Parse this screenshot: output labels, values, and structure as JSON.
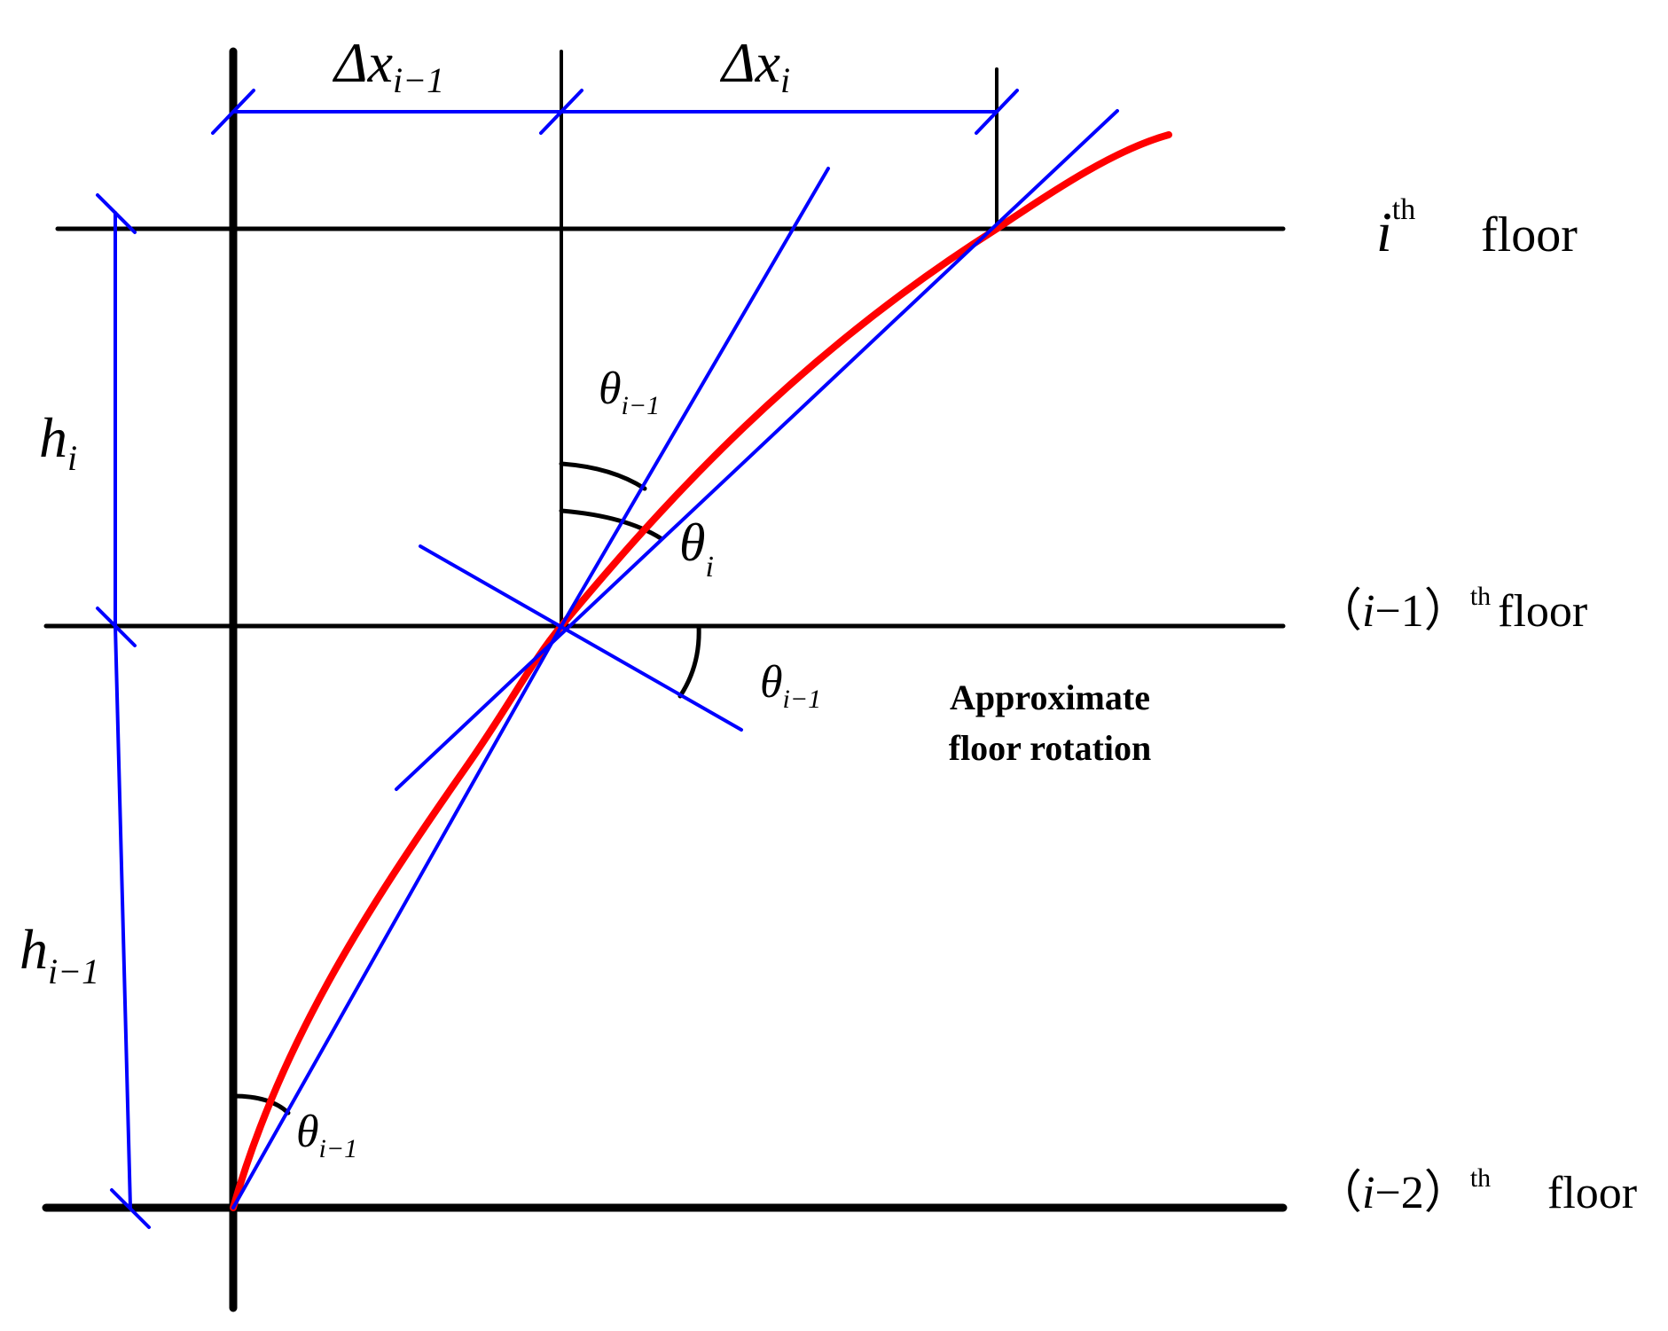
{
  "colors": {
    "structure": "#000000",
    "guides": "#0000ff",
    "deformed_curve": "#ff0000",
    "background": "#ffffff"
  },
  "dimensions": {
    "dx_prev": {
      "base": "Δx",
      "sub": "i−1"
    },
    "dx_curr": {
      "base": "Δx",
      "sub": "i"
    },
    "h_curr": {
      "base": "h",
      "sub": "i"
    },
    "h_prev": {
      "base": "h",
      "sub": "i−1"
    }
  },
  "angles": {
    "theta_upper_prev": {
      "base": "θ",
      "sub": "i−1"
    },
    "theta_upper_curr": {
      "base": "θ",
      "sub": "i"
    },
    "theta_floor_rot": {
      "base": "θ",
      "sub": "i−1"
    },
    "theta_lower": {
      "base": "θ",
      "sub": "i−1"
    }
  },
  "floors": {
    "top": {
      "var": "i",
      "sup": "th",
      "word": "floor"
    },
    "middle": {
      "open": "（",
      "var": "i",
      "rest": "−1",
      "close": "）",
      "sup": "th",
      "word": "floor"
    },
    "bottom": {
      "open": "（",
      "var": "i",
      "rest": "−2",
      "close": "）",
      "sup": "th",
      "word": "floor"
    }
  },
  "annotation": {
    "line1": "Approximate",
    "line2": "floor rotation"
  }
}
